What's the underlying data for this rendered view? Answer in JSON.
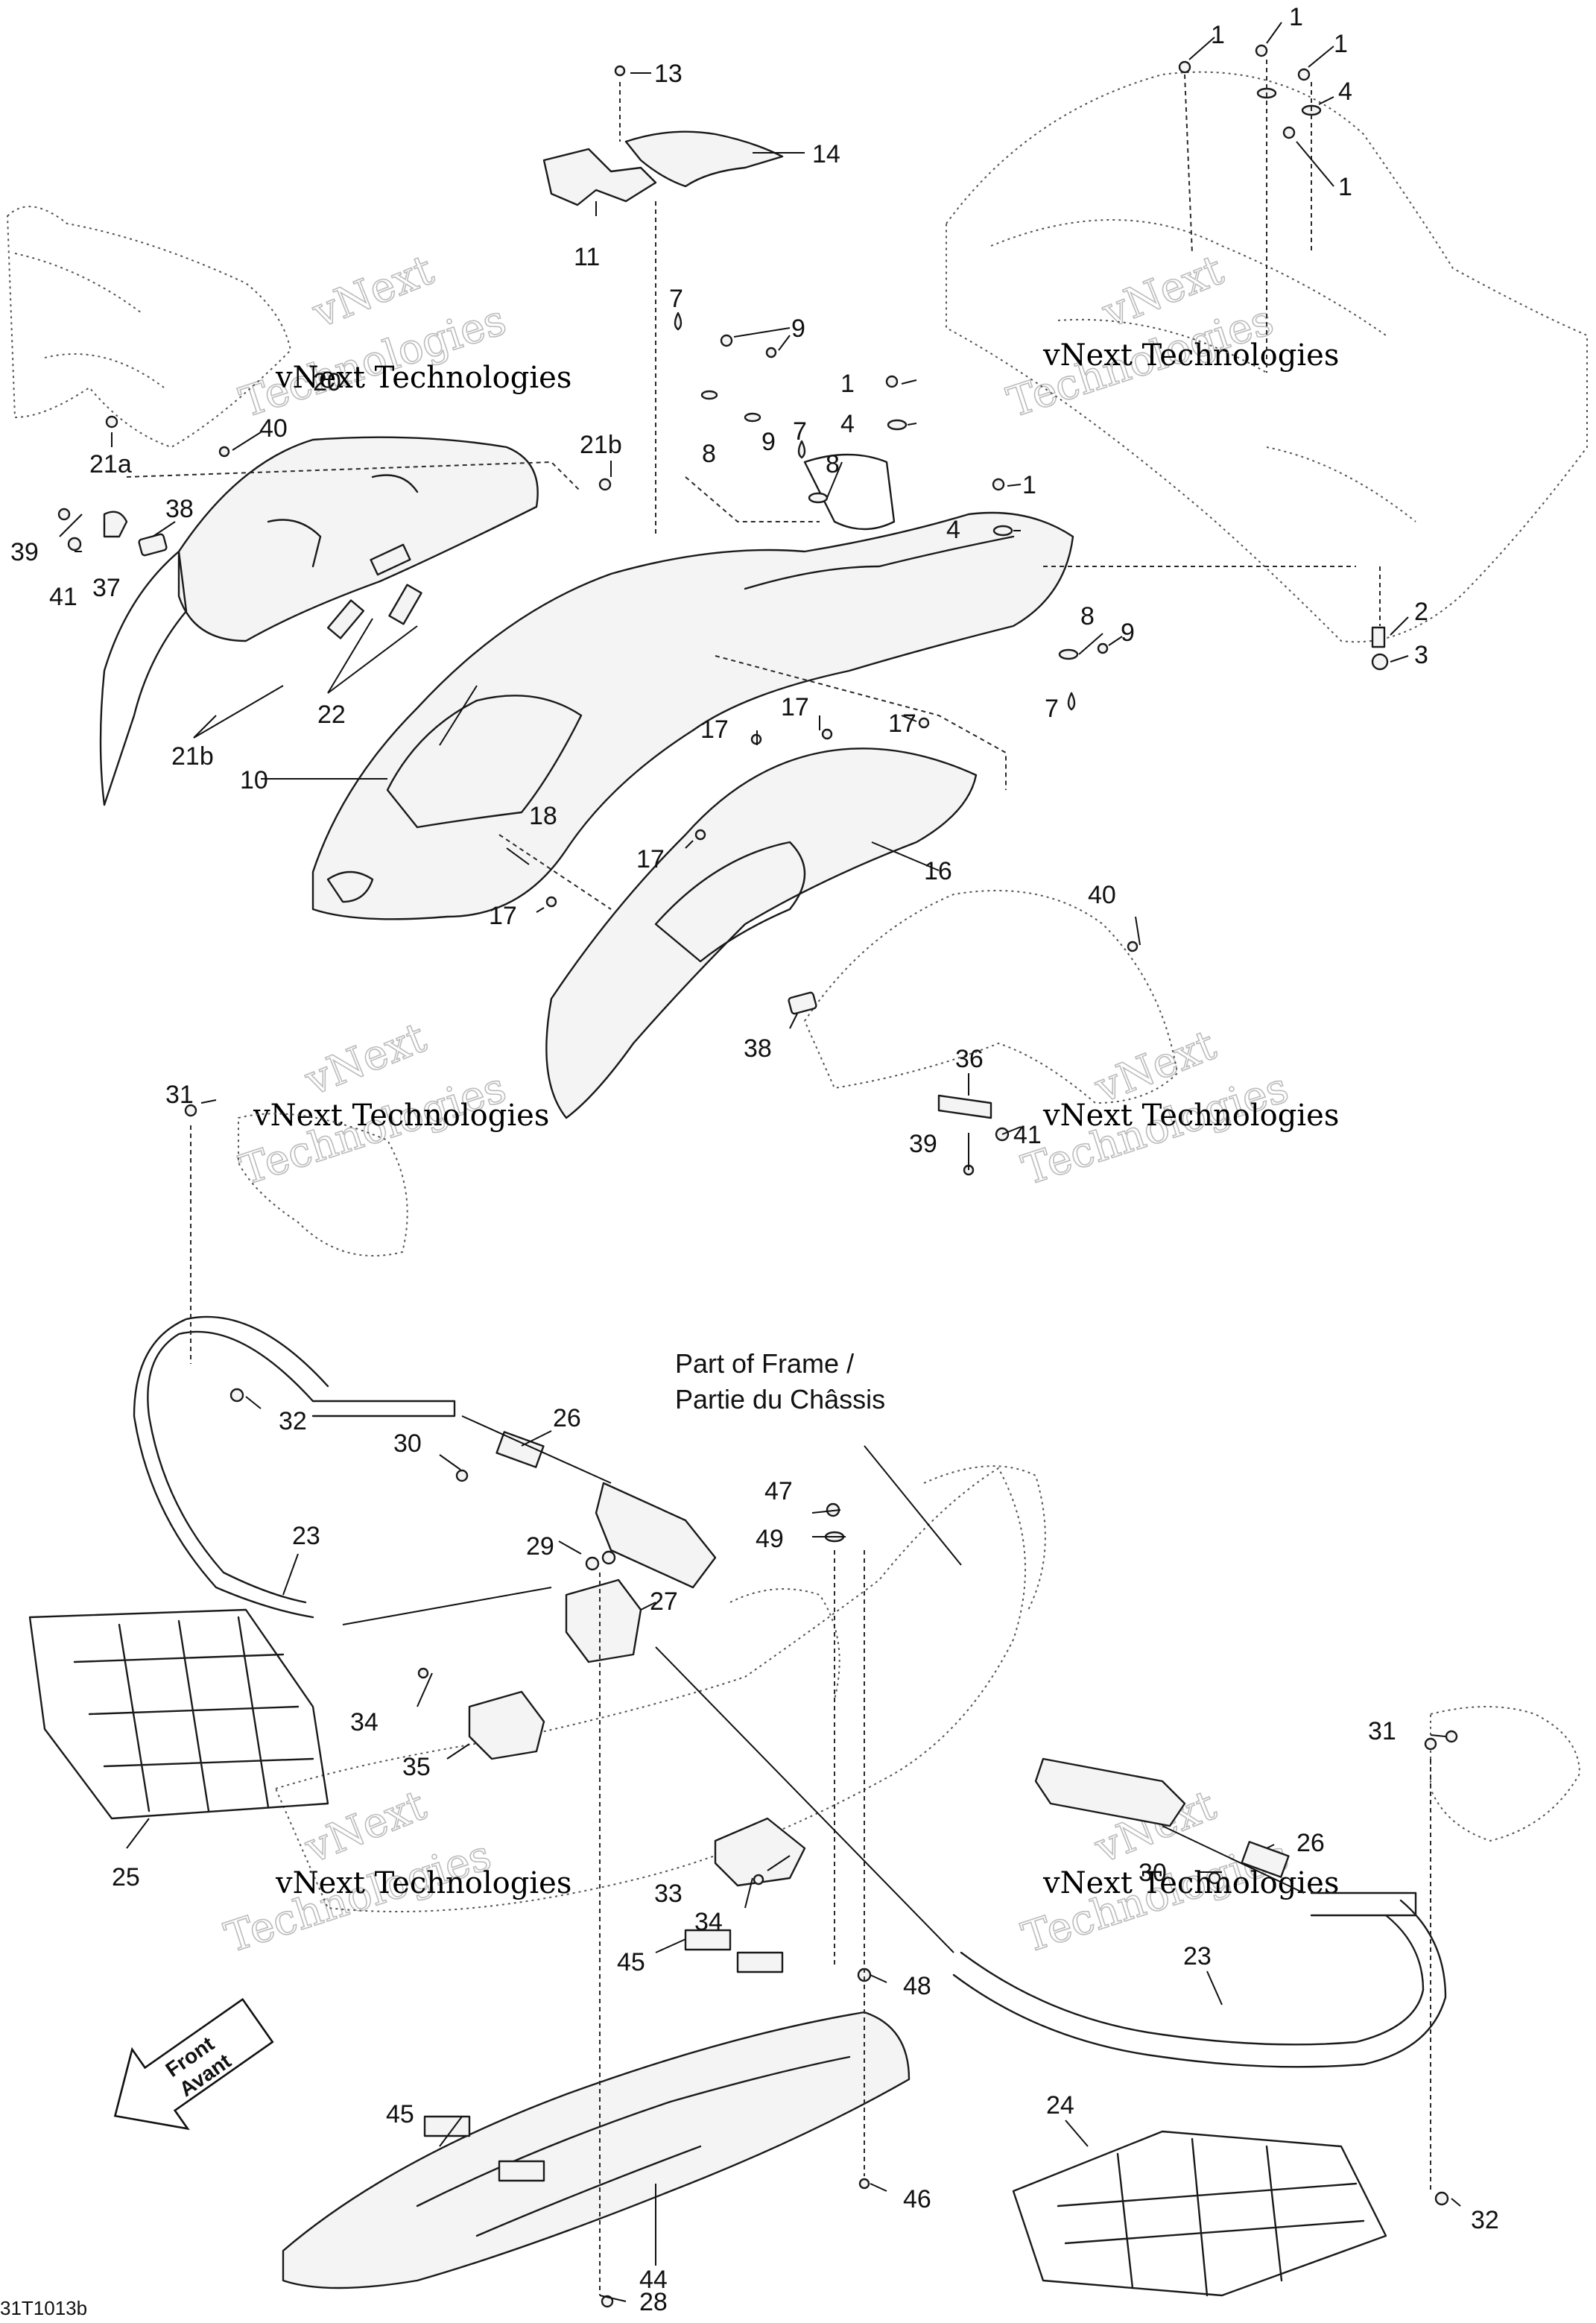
{
  "callouts": [
    {
      "id": "c1a",
      "text": "1"
    },
    {
      "id": "c1b",
      "text": "1"
    },
    {
      "id": "c1c",
      "text": "1"
    },
    {
      "id": "c1d",
      "text": "1"
    },
    {
      "id": "c1e",
      "text": "1"
    },
    {
      "id": "c1f",
      "text": "1"
    },
    {
      "id": "c2",
      "text": "2"
    },
    {
      "id": "c3",
      "text": "3"
    },
    {
      "id": "c4a",
      "text": "4"
    },
    {
      "id": "c4b",
      "text": "4"
    },
    {
      "id": "c4c",
      "text": "4"
    },
    {
      "id": "c7a",
      "text": "7"
    },
    {
      "id": "c7b",
      "text": "7"
    },
    {
      "id": "c7c",
      "text": "7"
    },
    {
      "id": "c8a",
      "text": "8"
    },
    {
      "id": "c8b",
      "text": "8"
    },
    {
      "id": "c8c",
      "text": "8"
    },
    {
      "id": "c9a",
      "text": "9"
    },
    {
      "id": "c9b",
      "text": "9"
    },
    {
      "id": "c9c",
      "text": "9"
    },
    {
      "id": "c10",
      "text": "10"
    },
    {
      "id": "c11",
      "text": "11"
    },
    {
      "id": "c13",
      "text": "13"
    },
    {
      "id": "c14",
      "text": "14"
    },
    {
      "id": "c16",
      "text": "16"
    },
    {
      "id": "c17a",
      "text": "17"
    },
    {
      "id": "c17b",
      "text": "17"
    },
    {
      "id": "c17c",
      "text": "17"
    },
    {
      "id": "c17d",
      "text": "17"
    },
    {
      "id": "c17e",
      "text": "17"
    },
    {
      "id": "c18",
      "text": "18"
    },
    {
      "id": "c20",
      "text": "20"
    },
    {
      "id": "c21a",
      "text": "21a"
    },
    {
      "id": "c21b1",
      "text": "21b"
    },
    {
      "id": "c21b2",
      "text": "21b"
    },
    {
      "id": "c22",
      "text": "22"
    },
    {
      "id": "c23a",
      "text": "23"
    },
    {
      "id": "c23b",
      "text": "23"
    },
    {
      "id": "c24",
      "text": "24"
    },
    {
      "id": "c25",
      "text": "25"
    },
    {
      "id": "c26a",
      "text": "26"
    },
    {
      "id": "c26b",
      "text": "26"
    },
    {
      "id": "c27",
      "text": "27"
    },
    {
      "id": "c28",
      "text": "28"
    },
    {
      "id": "c29",
      "text": "29"
    },
    {
      "id": "c30a",
      "text": "30"
    },
    {
      "id": "c30b",
      "text": "30"
    },
    {
      "id": "c31a",
      "text": "31"
    },
    {
      "id": "c31b",
      "text": "31"
    },
    {
      "id": "c32a",
      "text": "32"
    },
    {
      "id": "c32b",
      "text": "32"
    },
    {
      "id": "c33",
      "text": "33"
    },
    {
      "id": "c34a",
      "text": "34"
    },
    {
      "id": "c34b",
      "text": "34"
    },
    {
      "id": "c35",
      "text": "35"
    },
    {
      "id": "c36",
      "text": "36"
    },
    {
      "id": "c37",
      "text": "37"
    },
    {
      "id": "c38a",
      "text": "38"
    },
    {
      "id": "c38b",
      "text": "38"
    },
    {
      "id": "c39a",
      "text": "39"
    },
    {
      "id": "c39b",
      "text": "39"
    },
    {
      "id": "c40a",
      "text": "40"
    },
    {
      "id": "c40b",
      "text": "40"
    },
    {
      "id": "c41a",
      "text": "41"
    },
    {
      "id": "c41b",
      "text": "41"
    },
    {
      "id": "c44",
      "text": "44"
    },
    {
      "id": "c45a",
      "text": "45"
    },
    {
      "id": "c45b",
      "text": "45"
    },
    {
      "id": "c46",
      "text": "46"
    },
    {
      "id": "c47",
      "text": "47"
    },
    {
      "id": "c48",
      "text": "48"
    },
    {
      "id": "c49",
      "text": "49"
    }
  ],
  "frame_note": {
    "line1": "Part of Frame /",
    "line2": "Partie du Châssis"
  },
  "watermark": {
    "brand": "vNext",
    "word": "Technologies",
    "full": "vNext Technologies"
  },
  "direction_badge": {
    "line1": "Front",
    "line2": "Avant"
  },
  "drawing_ref": "31T1013b",
  "colors": {
    "ink": "#1a1a1a",
    "paper": "#ffffff",
    "watermark_outline": "#bcbcbc"
  }
}
